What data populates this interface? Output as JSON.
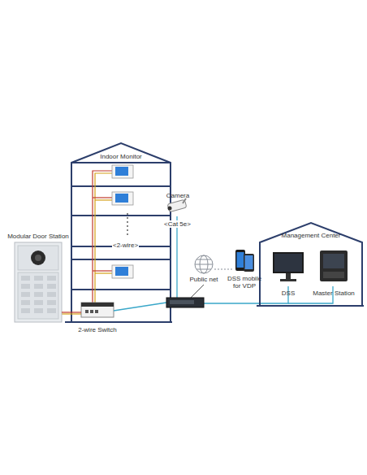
{
  "diagram": {
    "nodes": [
      {
        "text": [
          "Indoor Monitor"
        ]
      },
      {
        "text": [
          "Modular Door Station"
        ]
      },
      {
        "text": [
          "2-wire Switch"
        ]
      },
      {
        "text": [
          "Camera"
        ]
      },
      {
        "text": [
          "Public net"
        ]
      },
      {
        "text": [
          "DSS mobile for VDP"
        ]
      },
      {
        "text": [
          "Management Center"
        ]
      },
      {
        "text": [
          "DSS"
        ],
        "in": 6
      },
      {
        "text": [
          "Master Station"
        ],
        "in": 6
      }
    ],
    "edges": [
      {
        "from": 1,
        "to": 2,
        "arrow": "none"
      },
      {
        "from": 4,
        "to": 5,
        "arrow": "none"
      }
    ],
    "labels": [
      "<2-wire>",
      "<Cat 5e>"
    ]
  }
}
